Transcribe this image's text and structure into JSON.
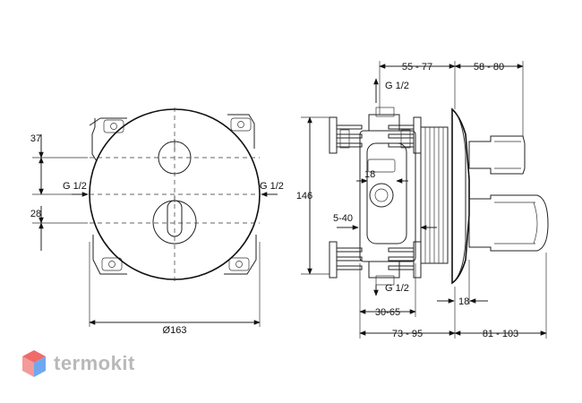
{
  "front_view": {
    "dim_top": "37",
    "dim_bottom": "28",
    "inlet_left": "G 1/2",
    "inlet_right": "G 1/2",
    "diameter": "Ø163"
  },
  "side_view": {
    "dim_depth_top_left": "55 - 77",
    "dim_depth_top_right": "58 - 80",
    "thread_top": "G 1/2",
    "thread_bottom": "G 1/2",
    "dim_18_center": "18",
    "dim_height": "146",
    "dim_range": "5-40",
    "dim_18_right": "18",
    "dim_bottom_inner": "30-65",
    "dim_bottom_left": "73 - 95",
    "dim_bottom_right": "81 - 103"
  },
  "brand": {
    "name": "termokit",
    "colors": {
      "red": "#f06a6a",
      "blue": "#6fa8f0",
      "text": "#b9b9b9"
    }
  }
}
